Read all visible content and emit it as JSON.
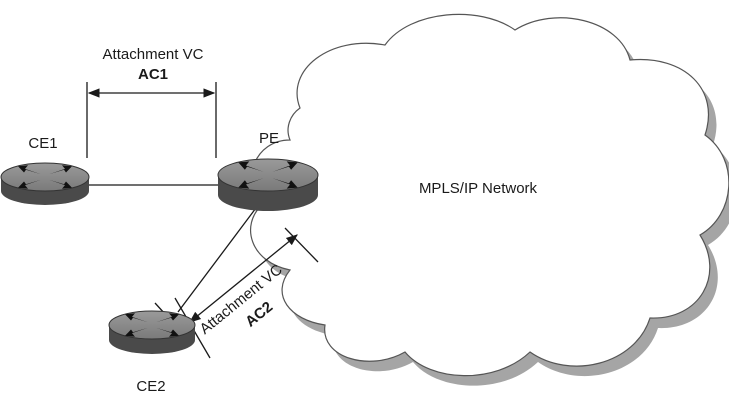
{
  "network": {
    "label": "MPLS/IP Network"
  },
  "nodes": {
    "ce1": {
      "label": "CE1",
      "icon": "router-icon"
    },
    "pe": {
      "label": "PE",
      "icon": "router-icon"
    },
    "ce2": {
      "label": "CE2",
      "icon": "router-icon"
    }
  },
  "attachments": {
    "ac1": {
      "caption": "Attachment VC",
      "name": "AC1"
    },
    "ac2": {
      "caption": "Attachment VC",
      "name": "AC2"
    }
  },
  "colors": {
    "cloud_shadow": "#9a9a9a",
    "router_top": "#8c8c8c",
    "router_side": "#4a4a4a",
    "line": "#1a1a1a"
  }
}
